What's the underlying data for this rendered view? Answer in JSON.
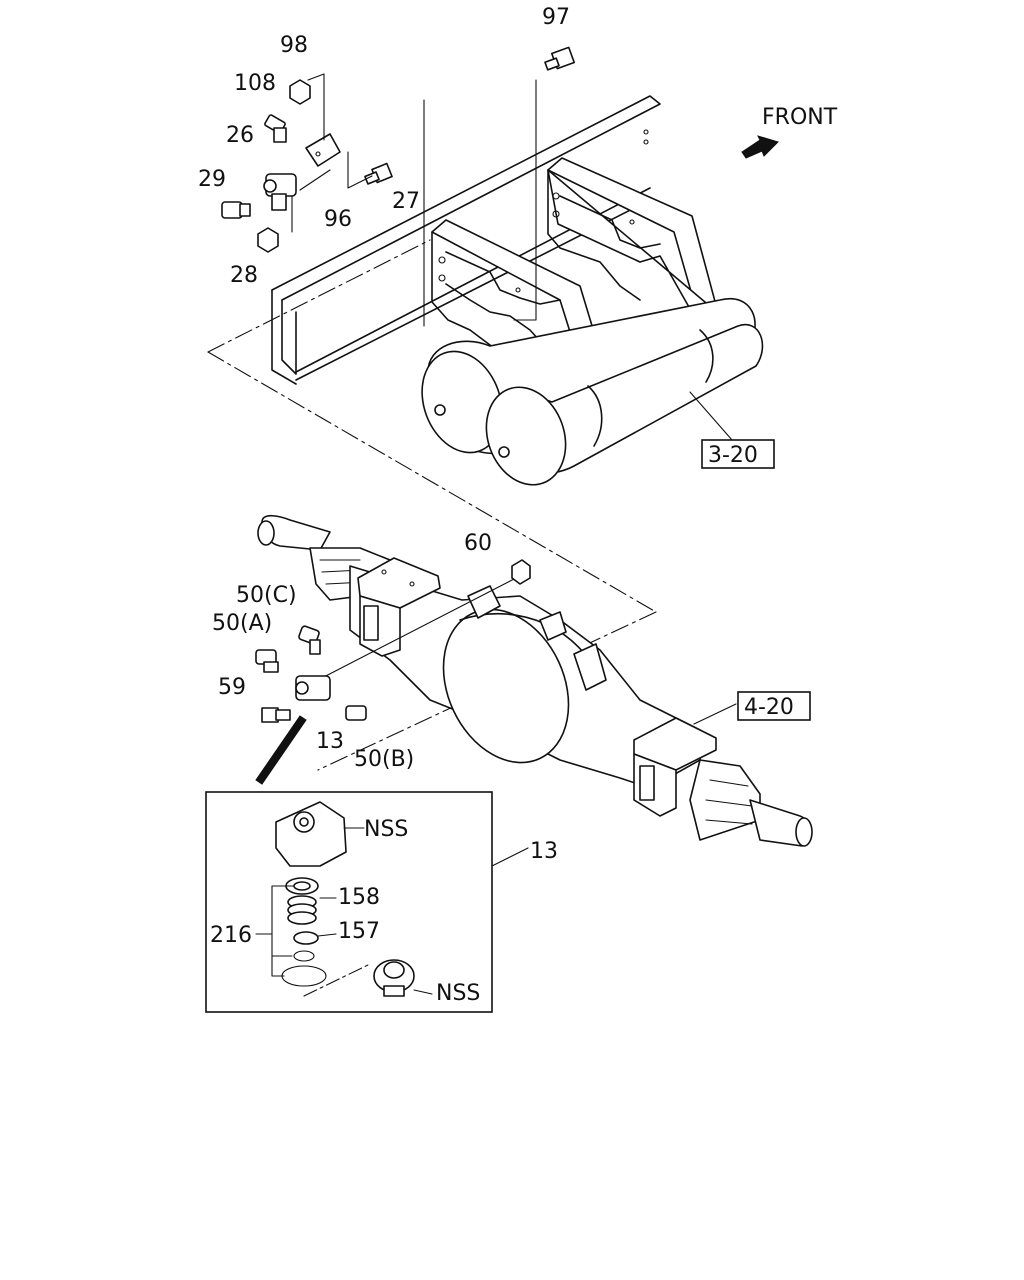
{
  "orientation": {
    "front_label": "FRONT",
    "arrow_icon": "front-arrow-icon"
  },
  "callouts": {
    "p97": "97",
    "p98": "98",
    "p108": "108",
    "p26": "26",
    "p29": "29",
    "p27": "27",
    "p96": "96",
    "p28": "28",
    "p60": "60",
    "p50c": "50(C)",
    "p50a": "50(A)",
    "p59": "59",
    "p13": "13",
    "p50b": "50(B)",
    "p13_detail": "13",
    "nss_top": "NSS",
    "p158": "158",
    "p216": "216",
    "p157": "157",
    "nss_bottom": "NSS"
  },
  "references": {
    "ref_3_20": "3-20",
    "ref_4_20": "4-20"
  }
}
